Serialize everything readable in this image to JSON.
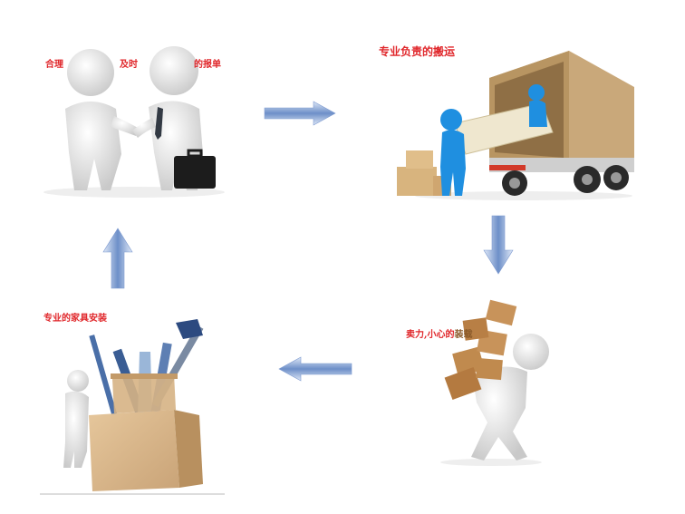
{
  "labels": {
    "handshake_1": "合理",
    "handshake_2": "及时",
    "handshake_3": "的报单",
    "moving": "专业负责的搬运",
    "carrying": "卖力,小心的",
    "carrying_tail": "装载",
    "install": "专业的家具安装"
  },
  "colors": {
    "label_red": "#e0262a",
    "arrow_blue": "#6d8fc8",
    "truck_body": "#c9a87a",
    "box": "#c08a4e",
    "blue_figure": "#1f8fe0"
  }
}
